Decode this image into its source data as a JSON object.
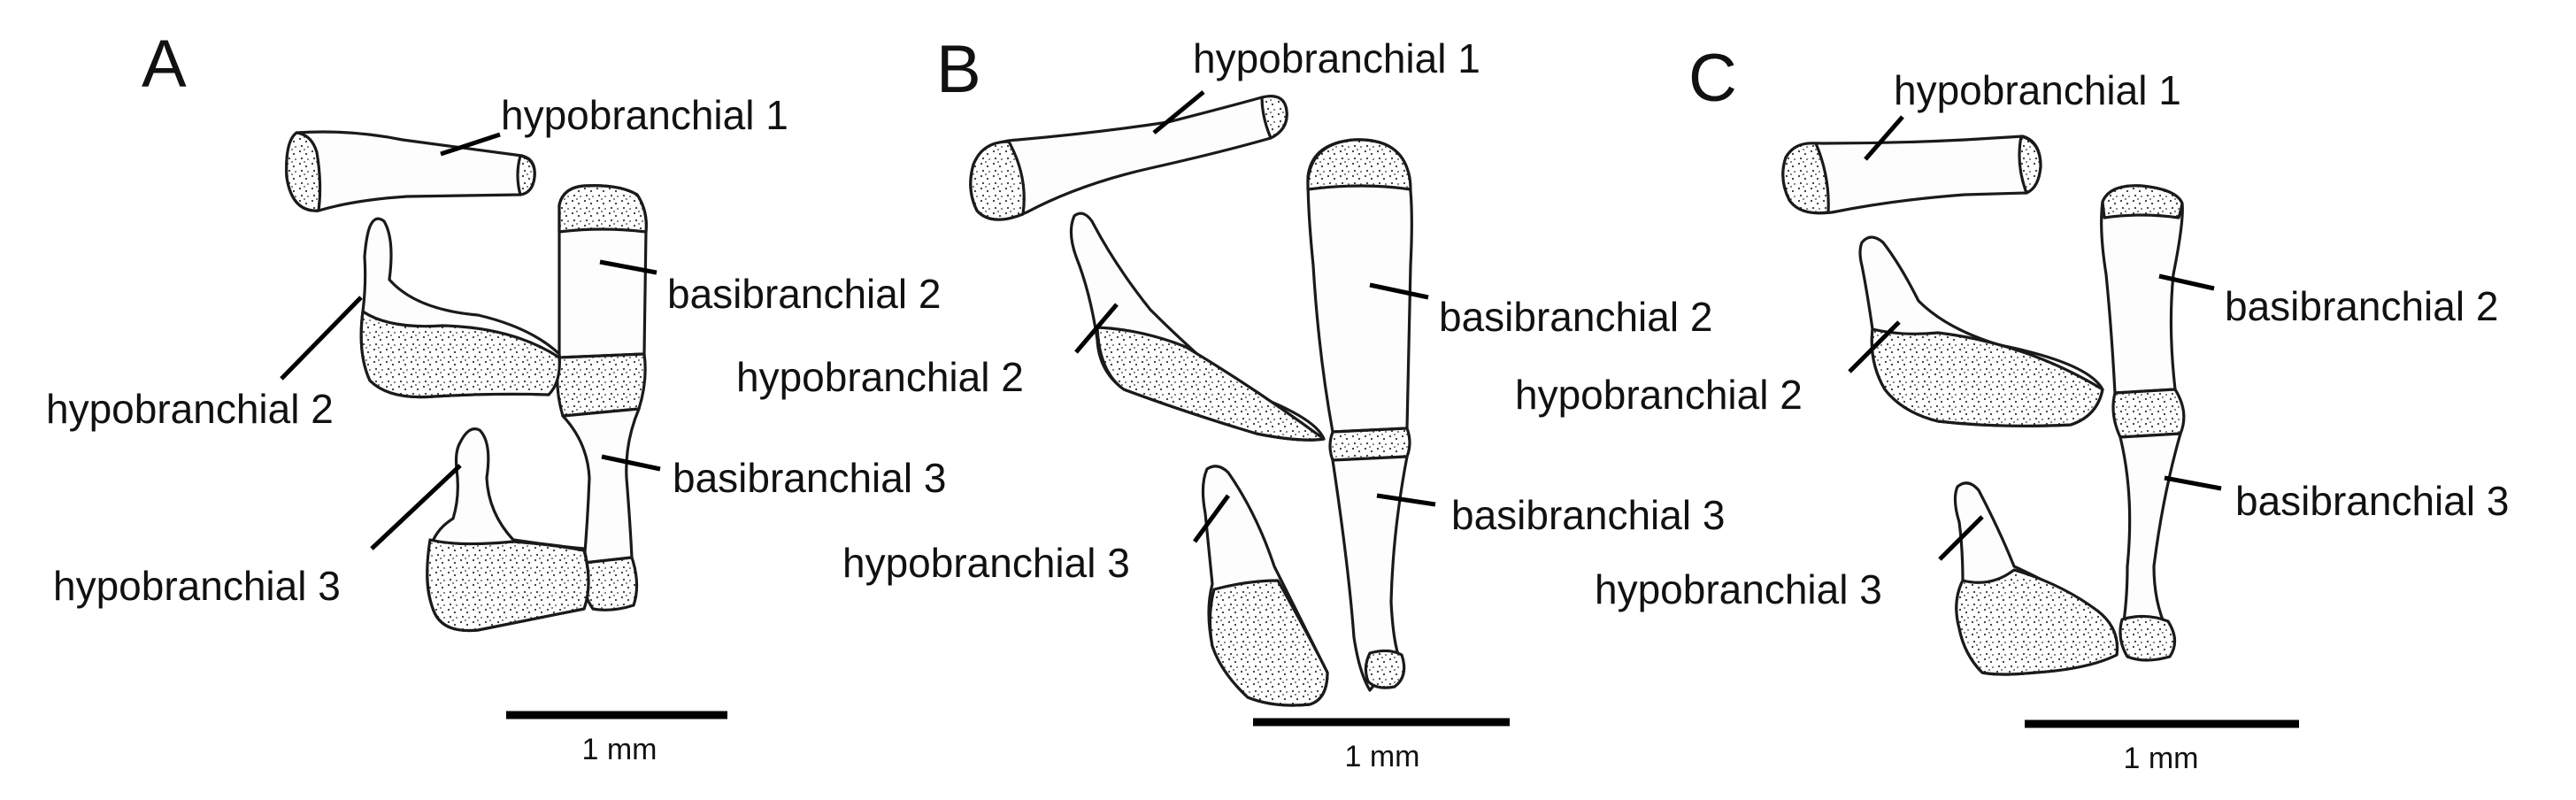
{
  "panels": [
    {
      "letter": "A",
      "labels": {
        "hypobranchial_1": "hypobranchial 1",
        "basibranchial_2": "basibranchial 2",
        "hypobranchial_2": "hypobranchial 2",
        "basibranchial_3": "basibranchial 3",
        "hypobranchial_3": "hypobranchial 3"
      },
      "scale_label": "1 mm"
    },
    {
      "letter": "B",
      "labels": {
        "hypobranchial_1": "hypobranchial 1",
        "basibranchial_2": "basibranchial 2",
        "hypobranchial_2": "hypobranchial 2",
        "basibranchial_3": "basibranchial 3",
        "hypobranchial_3": "hypobranchial 3"
      },
      "scale_label": "1 mm"
    },
    {
      "letter": "C",
      "labels": {
        "hypobranchial_1": "hypobranchial 1",
        "basibranchial_2": "basibranchial 2",
        "hypobranchial_2": "hypobranchial 2",
        "basibranchial_3": "basibranchial 3",
        "hypobranchial_3": "hypobranchial 3"
      },
      "scale_label": "1 mm"
    }
  ],
  "colors": {
    "ink": "#111111",
    "bone": "#fdfdfd",
    "cartilage_stipple": "#333333"
  }
}
